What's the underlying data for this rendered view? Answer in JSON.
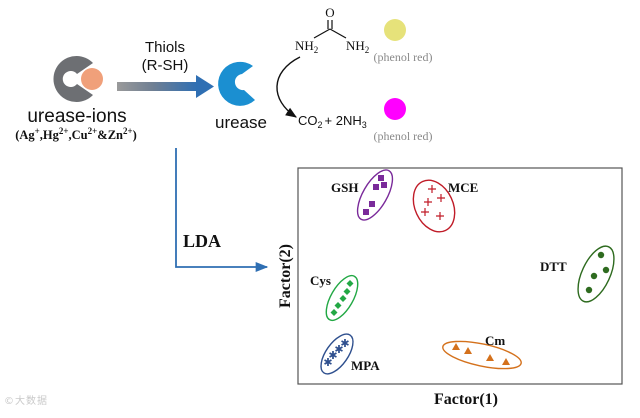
{
  "top": {
    "reagent": "Thiols",
    "reagent_formula": "(R-SH)",
    "complex_label": "urease-ions",
    "ions": {
      "open": "(",
      "ag": "Ag",
      "ag_charge": "+",
      "sep1": ",",
      "hg": "Hg",
      "hg_charge": "2+",
      "sep2": ",",
      "cu": "Cu",
      "cu_charge": "2+",
      "sep3": "&",
      "zn": "Zn",
      "zn_charge": "2+",
      "close": ")"
    },
    "enzyme_label": "urease",
    "urea": {
      "nh2": "NH",
      "sub2": "2",
      "o": "O"
    },
    "products": {
      "co": "CO",
      "co_sub": "2",
      "plus": "+ 2NH",
      "nh_sub": "3"
    },
    "indicator_label_1": "(phenol red)",
    "indicator_label_2": "(phenol red)",
    "indicator_color_before": "#e6e27a",
    "indicator_color_after": "#ff00ff"
  },
  "method": "LDA",
  "plot": {
    "xlabel": "Factor(1)",
    "ylabel": "Factor(2)",
    "groups": [
      {
        "name": "GSH",
        "color": "#7a2a9a",
        "marker": "square"
      },
      {
        "name": "MCE",
        "color": "#c01c28",
        "marker": "plus"
      },
      {
        "name": "DTT",
        "color": "#2e6b1f",
        "marker": "circle"
      },
      {
        "name": "Cys",
        "color": "#22a844",
        "marker": "diamond"
      },
      {
        "name": "MPA",
        "color": "#2e4f8e",
        "marker": "star"
      },
      {
        "name": "Cm",
        "color": "#d4711c",
        "marker": "triangle"
      }
    ]
  },
  "colors": {
    "arrow_blue": "#2f6fb3",
    "enzyme_blue": "#1b8fd1",
    "enzyme_gray": "#6d6f73",
    "ion_orange": "#f0a07a"
  },
  "watermark": "©大数据"
}
